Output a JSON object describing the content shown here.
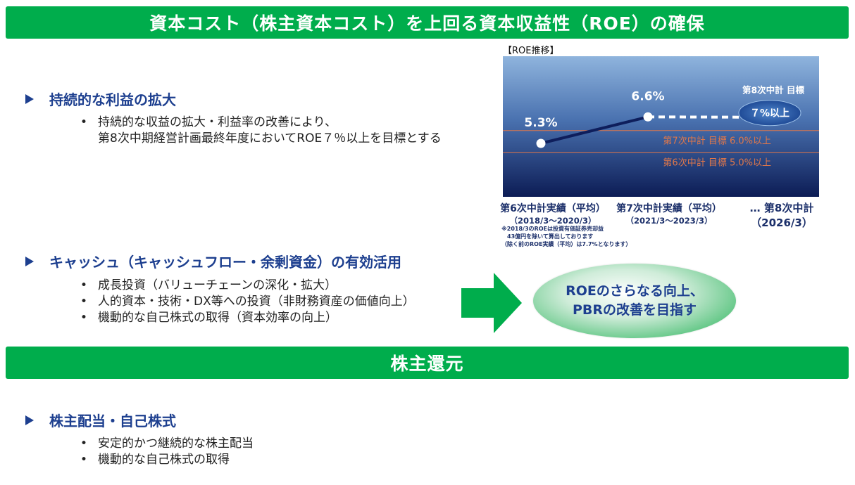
{
  "banner_top": "資本コスト（株主資本コスト）を上回る資本収益性（ROE）の確保",
  "banner_bottom": "株主還元",
  "section1": {
    "heading": "持続的な利益の拡大",
    "bullet_line1": "持続的な収益の拡大・利益率の改善により、",
    "bullet_line2": "第8次中期経営計画最終年度においてROE７％以上を目標とする"
  },
  "section2": {
    "heading": "キャッシュ（キャッシュフロー・余剰資金）の有効活用",
    "bullets": [
      "成長投資（バリューチェーンの深化・拡大）",
      "人的資本・技術・DX等への投資（非財務資産の価値向上）",
      "機動的な自己株式の取得（資本効率の向上）"
    ]
  },
  "section3": {
    "heading": "株主配当・自己株式",
    "bullets": [
      "安定的かつ継続的な株主配当",
      "機動的な自己株式の取得"
    ]
  },
  "goal": {
    "line1": "ROEのさらなる向上、",
    "line2": "PBRの改善を目指す"
  },
  "chart_data": {
    "type": "line",
    "caption": "【ROE推移】",
    "categories": [
      {
        "main": "第6次中計実績（平均）",
        "sub": "（2018/3～2020/3）"
      },
      {
        "main": "第7次中計実績（平均）",
        "sub": "（2021/3～2023/3）"
      },
      {
        "main": "… 第8次中計",
        "sub": "（2026/3）"
      }
    ],
    "unit": "%",
    "series": [
      {
        "values": [
          5.3,
          6.6
        ],
        "labels": [
          "5.3%",
          "6.6%"
        ]
      }
    ],
    "target_point": {
      "value": 7.0,
      "label": "７%以上",
      "title": "第8次中計 目標"
    },
    "reference_lines": [
      {
        "value": 6.0,
        "label": "第7次中計  目標   6.0%以上"
      },
      {
        "value": 5.0,
        "label": "第6次中計  目標   5.0%以上"
      }
    ],
    "note": [
      "※2018/3のROEは投資有価証券売却益",
      "43億円を除いて算出しております",
      "（除く前のROE実績（平均）は7.7%となります）"
    ],
    "colors": {
      "line": "#0e1e5c",
      "reference": "#e0774a",
      "target": "#1f4f9e"
    }
  },
  "colors": {
    "banner": "#00ad4c",
    "heading": "#1d3f8f",
    "arrow": "#00ad4c"
  }
}
